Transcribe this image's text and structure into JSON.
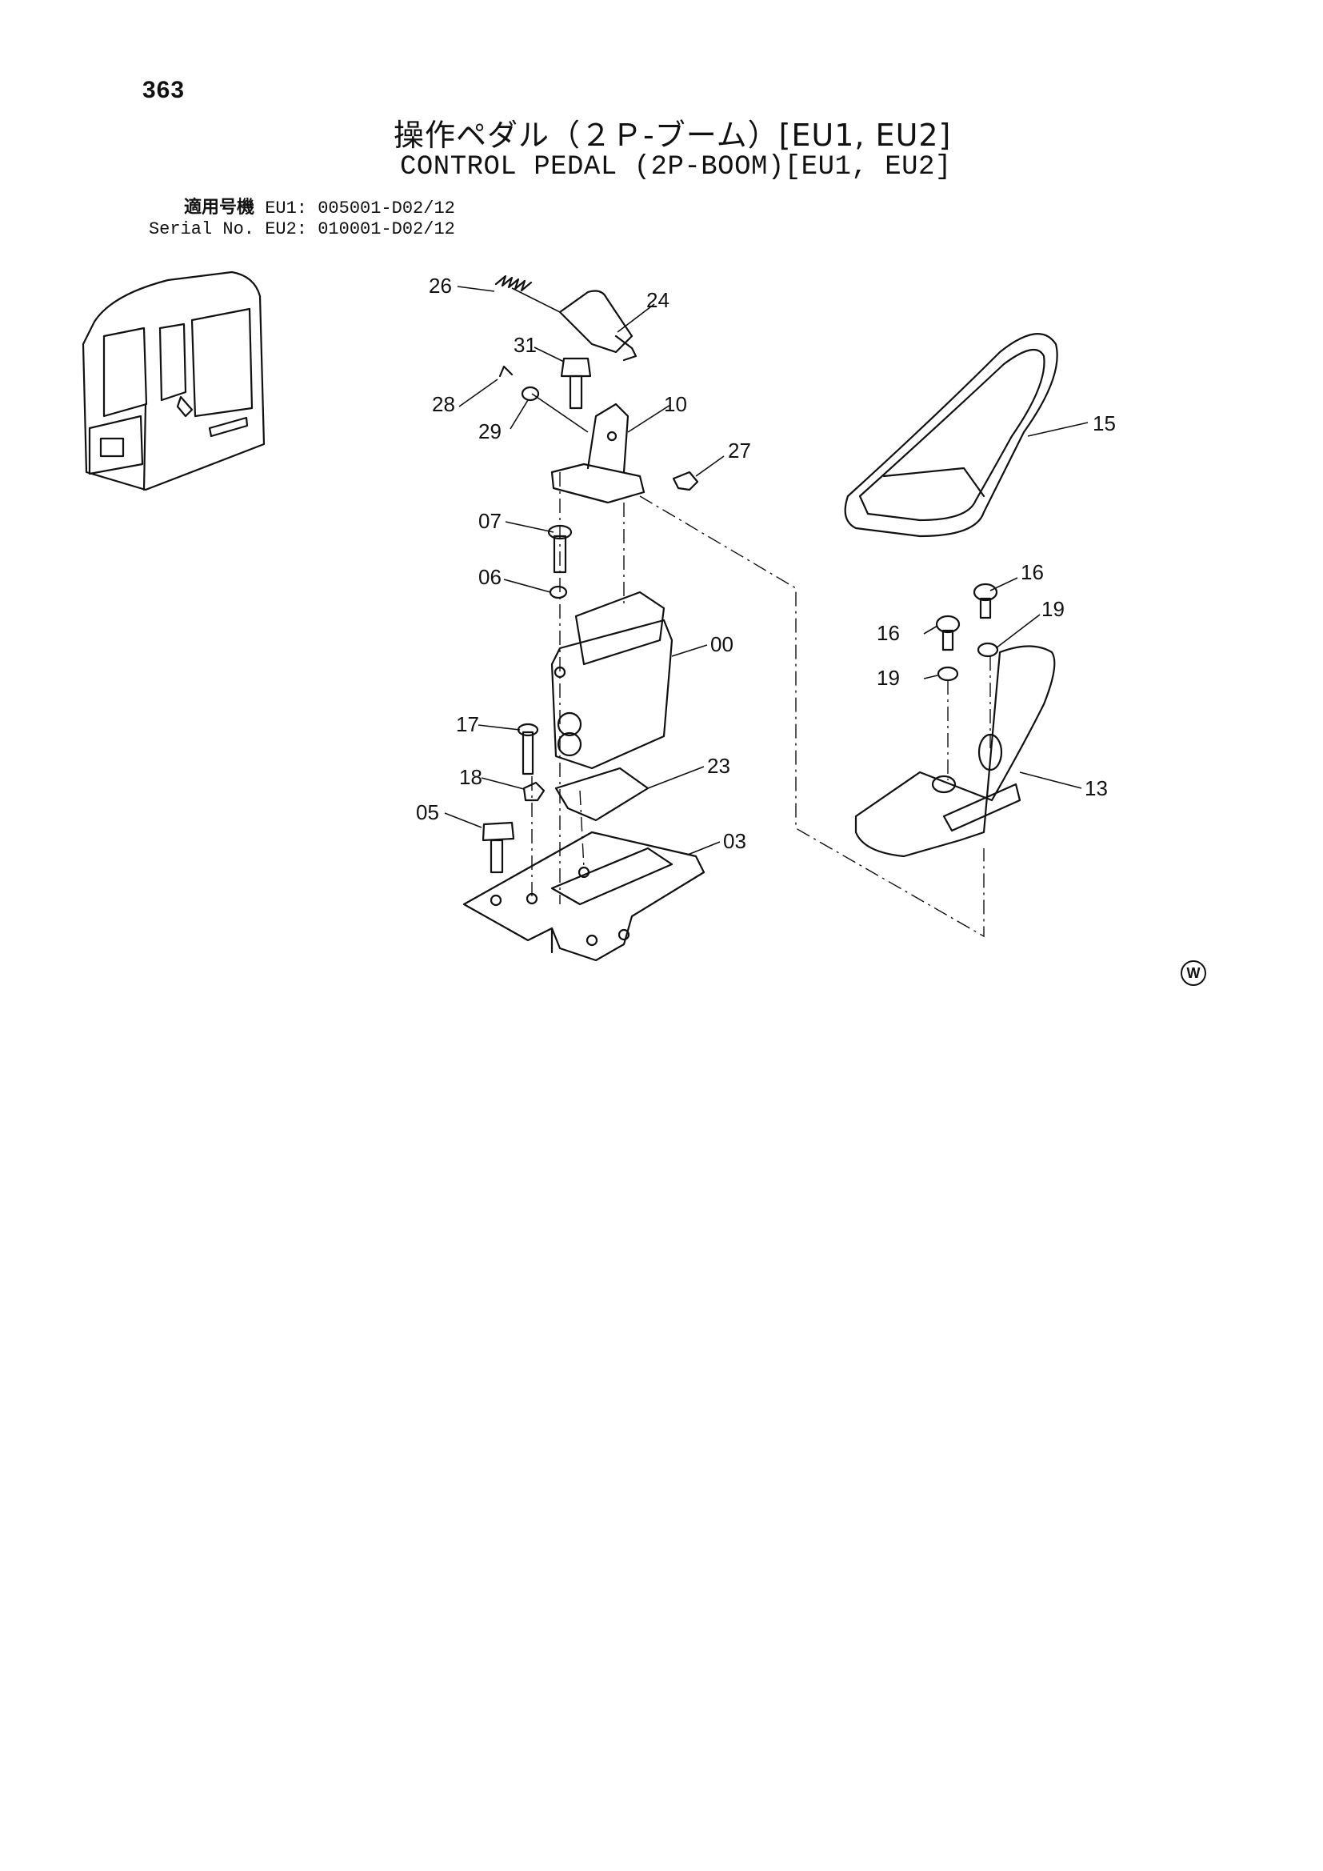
{
  "page": {
    "number": "363",
    "title_jp": "操作ペダル（２Ｐ-ブーム）[EU1, EU2]",
    "title_en": "CONTROL PEDAL (2P-BOOM)[EU1, EU2]",
    "serial": {
      "label_jp": "適用号機",
      "label_en": "Serial No.",
      "rows": [
        {
          "model": "EU1:",
          "range": "005001-D02/12"
        },
        {
          "model": "EU2:",
          "range": "010001-D02/12"
        }
      ]
    },
    "mark": "W"
  },
  "callouts": [
    "26",
    "24",
    "31",
    "28",
    "29",
    "10",
    "27",
    "15",
    "07",
    "06",
    "00",
    "16",
    "19",
    "16",
    "19",
    "17",
    "23",
    "18",
    "13",
    "05",
    "03"
  ]
}
